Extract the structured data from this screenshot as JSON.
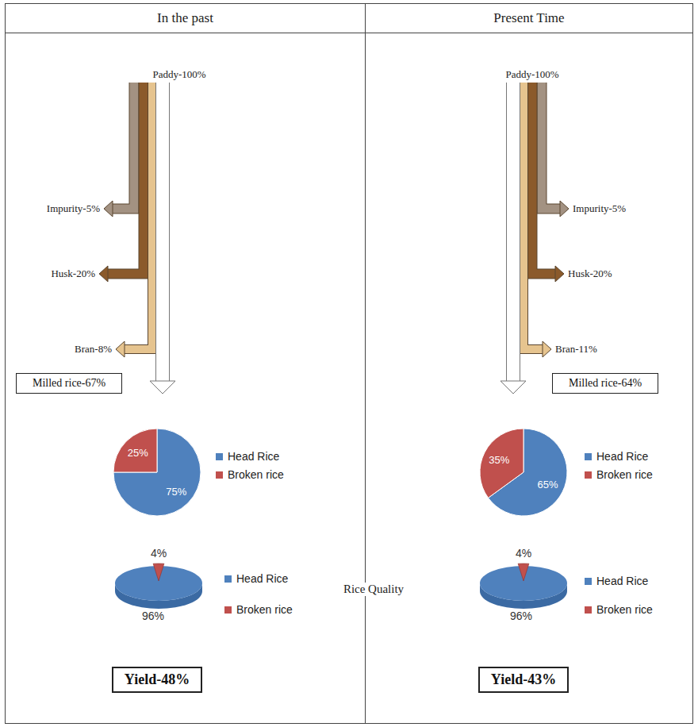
{
  "diagram": {
    "nodes": [
      {
        "text": [
          "In the past"
        ]
      },
      {
        "text": [
          "Paddy-100%"
        ],
        "in": 0
      },
      {
        "text": [
          "Impurity-5%"
        ],
        "in": 0
      },
      {
        "text": [
          "Husk-20%"
        ],
        "in": 0
      },
      {
        "text": [
          "Bran-8%"
        ],
        "in": 0
      },
      {
        "text": [
          "Milled rice-67%"
        ],
        "in": 0
      },
      {
        "text": [
          "Yield-48%"
        ],
        "in": 0
      },
      {
        "text": [
          "Present Time"
        ]
      },
      {
        "text": [
          "Paddy-100%"
        ],
        "in": 7
      },
      {
        "text": [
          "Impurity-5%"
        ],
        "in": 7
      },
      {
        "text": [
          "Husk-20%"
        ],
        "in": 7
      },
      {
        "text": [
          "Bran-11%"
        ],
        "in": 7
      },
      {
        "text": [
          "Milled rice-64%"
        ],
        "in": 7
      },
      {
        "text": [
          "Yield-43%"
        ],
        "in": 7
      }
    ],
    "edges": [
      {
        "from": 1,
        "to": 2,
        "arrow": "to"
      },
      {
        "from": 1,
        "to": 3,
        "arrow": "to"
      },
      {
        "from": 1,
        "to": 4,
        "arrow": "to"
      },
      {
        "from": 1,
        "to": 5,
        "arrow": "to"
      },
      {
        "from": 8,
        "to": 9,
        "arrow": "to"
      },
      {
        "from": 8,
        "to": 10,
        "arrow": "to"
      },
      {
        "from": 8,
        "to": 11,
        "arrow": "to"
      },
      {
        "from": 8,
        "to": 12,
        "arrow": "to"
      }
    ],
    "labels": [
      "25%",
      "75%",
      "4%",
      "96%",
      "Rice Quality",
      "35%",
      "65%",
      "4%",
      "96%"
    ],
    "legend": [
      {
        "text": "Head Rice",
        "color": "#4f81bd"
      },
      {
        "text": "Broken rice",
        "color": "#c0504d"
      },
      {
        "text": "Head Rice",
        "color": "#4f81bd"
      },
      {
        "text": "Broken rice",
        "color": "#c0504d"
      },
      {
        "text": "Head Rice",
        "color": "#4f81bd"
      },
      {
        "text": "Broken rice",
        "color": "#c0504d"
      },
      {
        "text": "Head Rice",
        "color": "#4f81bd"
      },
      {
        "text": "Broken rice",
        "color": "#c0504d"
      }
    ]
  }
}
